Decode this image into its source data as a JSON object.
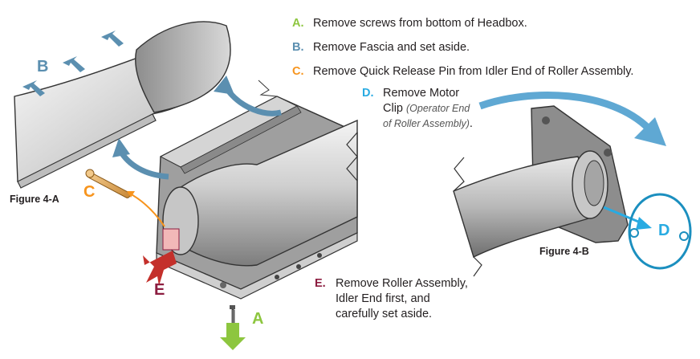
{
  "steps": [
    {
      "letter": "A.",
      "text": "Remove screws from bottom of Headbox.",
      "color": "#8dc63f"
    },
    {
      "letter": "B.",
      "text": "Remove Fascia and set aside.",
      "color": "#5b8fb0"
    },
    {
      "letter": "C.",
      "text": "Remove Quick Release Pin from Idler End of Roller Assembly.",
      "color": "#f7941d"
    },
    {
      "letter": "D.",
      "line1": "Remove Motor",
      "line2a": "Clip ",
      "note1": "(Operator End",
      "note2": "of Roller Assembly)",
      "tail": ".",
      "color": "#29abe2"
    },
    {
      "letter": "E.",
      "line1": "Remove Roller Assembly,",
      "line2": "Idler End first, and",
      "line3": "carefully set aside.",
      "color": "#8c1d40"
    }
  ],
  "figures": {
    "a": "Figure 4-A",
    "b": "Figure 4-B"
  },
  "callouts": {
    "a": "A",
    "b": "B",
    "c": "C",
    "d": "D",
    "e": "E"
  },
  "colors": {
    "a": "#8dc63f",
    "b": "#5b8fb0",
    "c": "#f7941d",
    "d": "#29abe2",
    "e": "#8c1d40"
  },
  "icons": [
    "screw-icon",
    "pin-icon",
    "clip-icon"
  ]
}
